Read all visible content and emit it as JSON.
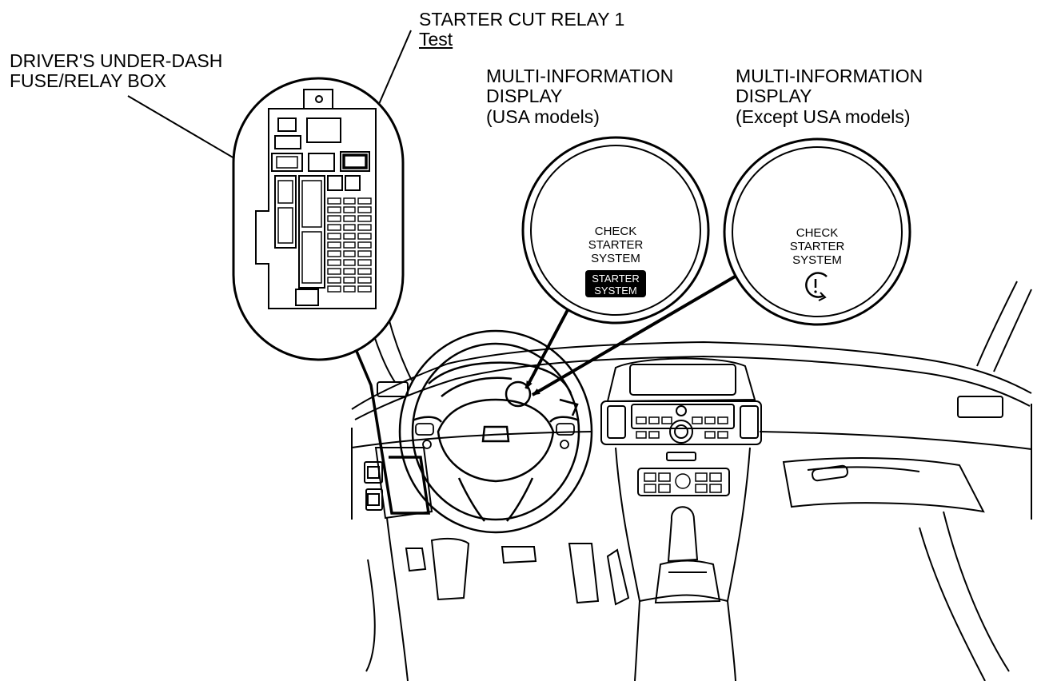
{
  "labels": {
    "relay_title": "STARTER CUT RELAY 1",
    "relay_link": "Test",
    "fuse_box_line1": "DRIVER'S UNDER-DASH",
    "fuse_box_line2": "FUSE/RELAY BOX",
    "mid_usa_line1": "MULTI-INFORMATION",
    "mid_usa_line2": "DISPLAY",
    "mid_usa_line3": "(USA models)",
    "mid_other_line1": "MULTI-INFORMATION",
    "mid_other_line2": "DISPLAY",
    "mid_other_line3": "(Except USA models)"
  },
  "display_usa": {
    "msg_line1": "CHECK",
    "msg_line2": "STARTER",
    "msg_line3": "SYSTEM",
    "badge_line1": "STARTER",
    "badge_line2": "SYSTEM"
  },
  "display_other": {
    "msg_line1": "CHECK",
    "msg_line2": "STARTER",
    "msg_line3": "SYSTEM",
    "icon": "starter-system-warning-icon"
  },
  "colors": {
    "ink": "#000000",
    "paper": "#ffffff"
  }
}
